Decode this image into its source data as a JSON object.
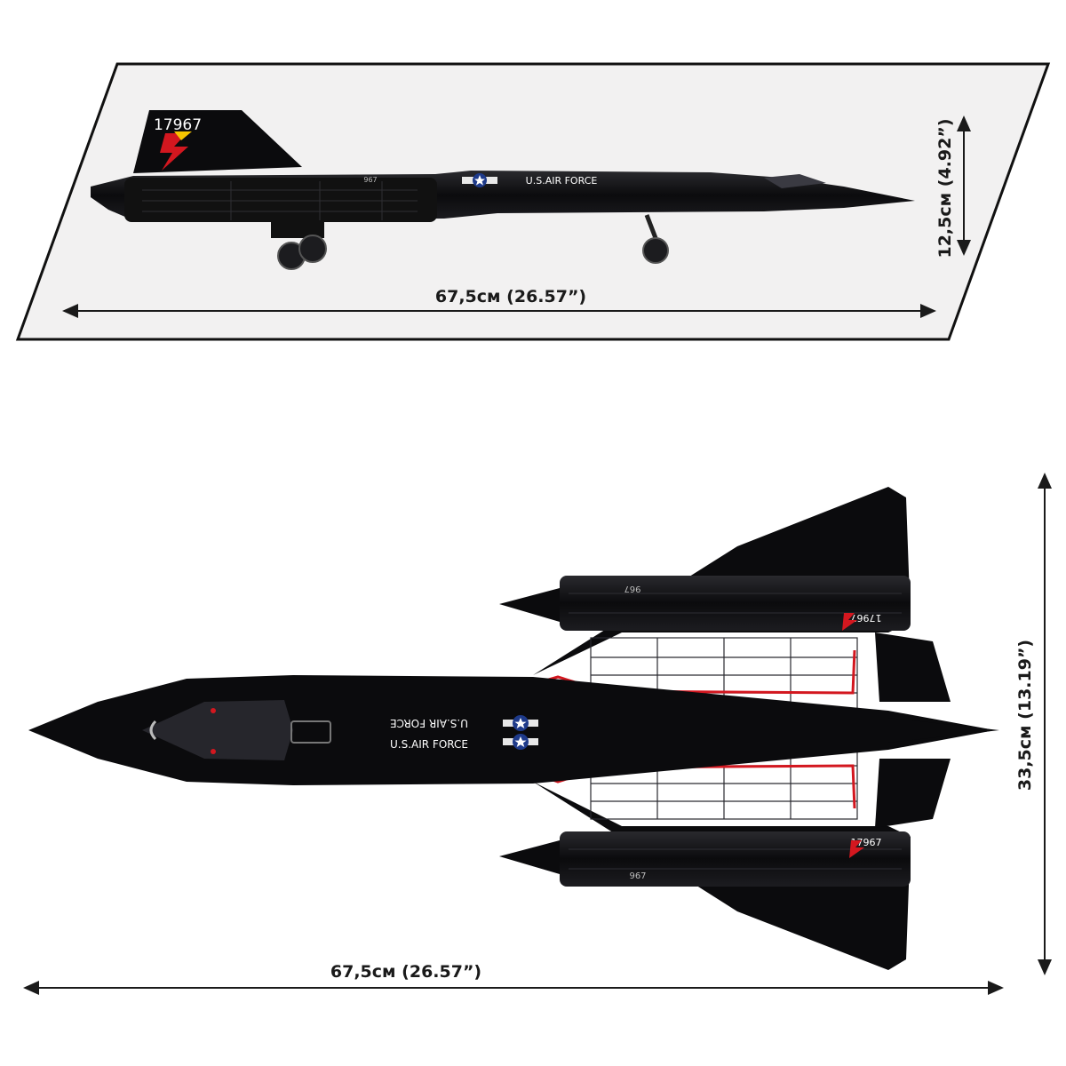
{
  "side_view": {
    "width_label": "67,5см (26.57”)",
    "height_label": "12,5см (4.92”)",
    "tail_number": "17967",
    "fuselage_marking": "U.S.AIR FORCE",
    "serial_code": "967"
  },
  "top_view": {
    "width_label": "67,5см (26.57”)",
    "height_label": "33,5см (13.19”)",
    "wing_marking_upper": "U.S.AIR FORCE",
    "wing_marking_lower": "U.S.AIR FORCE",
    "nacelle_code_upper": "967",
    "nacelle_code_lower": "967",
    "tail_number_upper": "17967",
    "tail_number_lower": "17967"
  },
  "colors": {
    "aircraft": "#0b0b0d",
    "panel": "#f2f1f1",
    "accent_red": "#d3171f",
    "insignia_blue": "#1e3a8a"
  }
}
